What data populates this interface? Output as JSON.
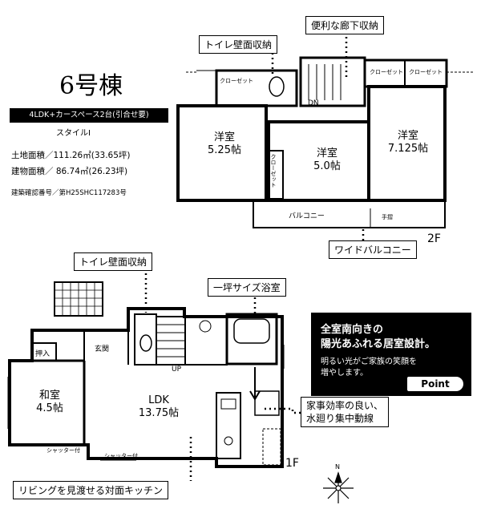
{
  "header": {
    "building": "6号棟",
    "badge": "4LDK+カースペース2台(引合せ要)",
    "style": "スタイルI",
    "land_area": "土地面積／111.26㎡(33.65坪)",
    "building_area": "建物面積／ 86.74㎡(26.23坪)",
    "permit": "建築確認番号／第H25SHC117283号"
  },
  "floor2": {
    "label": "2F",
    "rooms": {
      "west_name": "洋室",
      "west_size": "5.25帖",
      "mid_name": "洋室",
      "mid_size": "5.0帖",
      "east_name": "洋室",
      "east_size": "7.125帖"
    },
    "closet": "クローゼット",
    "balcony": "バルコニー",
    "tesuri": "手摺",
    "dn": "DN"
  },
  "floor1": {
    "label": "1F",
    "rooms": {
      "ldk_name": "LDK",
      "ldk_size": "13.75帖",
      "washitsu_name": "和室",
      "washitsu_size": "4.5帖",
      "genkan": "玄関",
      "oshiire": "押入"
    },
    "up": "UP",
    "shutter_left": "シャッター付",
    "shutter_mid": "シャッター付"
  },
  "callouts": {
    "toilet_storage_2f": "トイレ壁面収納",
    "hallway_storage": "便利な廊下収納",
    "wide_balcony": "ワイドバルコニー",
    "toilet_storage_1f": "トイレ壁面収納",
    "bathroom": "一坪サイズ浴室",
    "kitchen": "リビングを見渡せる対面キッチン",
    "housework": "家事効率の良い、\n水廻り集中動線"
  },
  "point_box": {
    "title1": "全室南向きの",
    "title2": "陽光あふれる居室設計。",
    "body1": "明るい光がご家族の笑顔を",
    "body2": "増やします。",
    "tag": "Point"
  },
  "compass": "N"
}
